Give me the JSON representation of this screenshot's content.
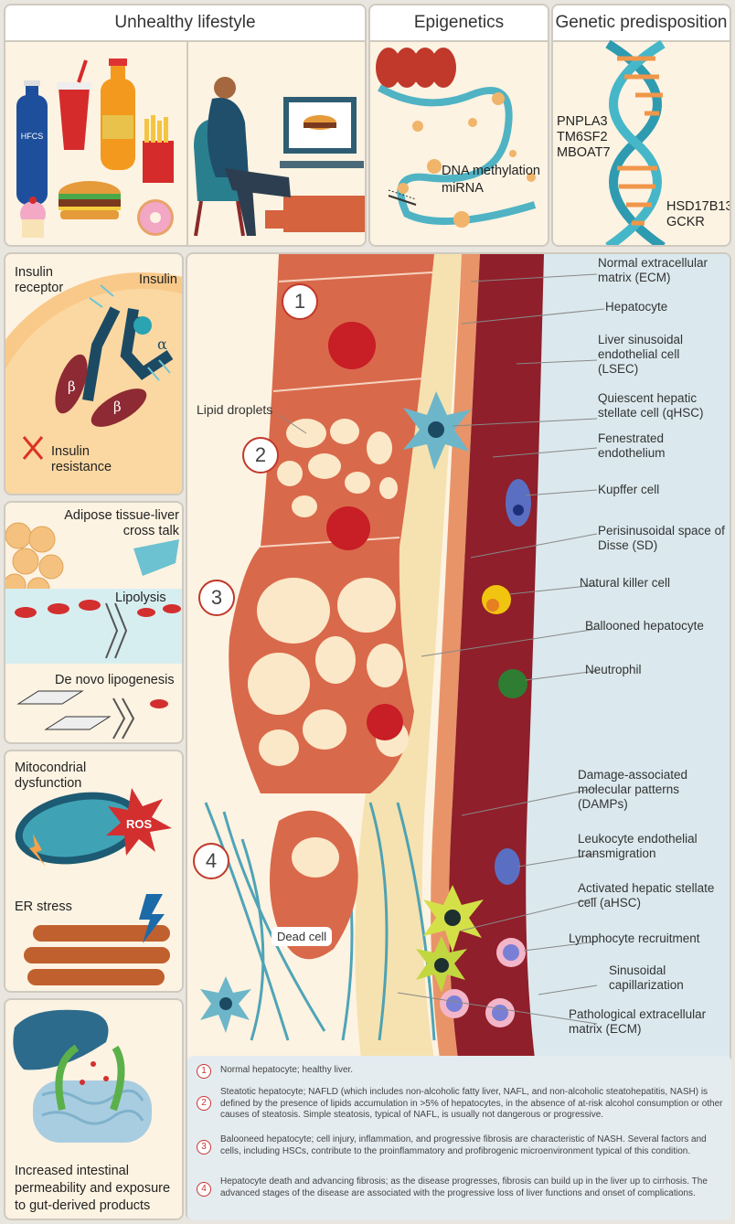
{
  "headers": {
    "unhealthy_lifestyle": "Unhealthy lifestyle",
    "epigenetics": "Epigenetics",
    "genetic_predisposition": "Genetic predisposition"
  },
  "epigenetics": {
    "dna_methylation": "DNA methylation",
    "mirna": "miRNA"
  },
  "lifestyle": {
    "hfcs": "HFCS"
  },
  "genes": {
    "gene1": "PNPLA3",
    "gene2": "TM6SF2",
    "gene3": "MBOAT7",
    "gene4": "HSD17B13",
    "gene5": "GCKR"
  },
  "insulin_panel": {
    "receptor": "Insulin receptor",
    "insulin": "Insulin",
    "alpha": "α",
    "beta": "β",
    "resistance": "Insulin resistance"
  },
  "adipose_panel": {
    "cross_talk": "Adipose tissue-liver cross talk",
    "lipolysis": "Lipolysis",
    "lipogenesis": "De novo lipogenesis"
  },
  "mito_panel": {
    "mito": "Mitocondrial dysfunction",
    "ros": "ROS",
    "er": "ER stress"
  },
  "gut_panel": {
    "text": "Increased intestinal permeability and exposure to gut-derived products"
  },
  "main": {
    "lipid_droplets": "Lipid droplets",
    "dead_cell": "Dead cell",
    "stages": [
      "1",
      "2",
      "3",
      "4"
    ]
  },
  "captions": {
    "ecm_normal": "Normal extracellular matrix (ECM)",
    "hepatocyte": "Hepatocyte",
    "lsec": "Liver sinusoidal endothelial cell (LSEC)",
    "qhsc": "Quiescent hepatic stellate cell (qHSC)",
    "fenestrated": "Fenestrated endothelium",
    "kupffer": "Kupffer cell",
    "disse": "Perisinusoidal space of Disse (SD)",
    "nk": "Natural killer cell",
    "ballooned": "Ballooned hepatocyte",
    "neutrophil": "Neutrophil",
    "damps": "Damage-associated molecular patterns (DAMPs)",
    "leukocyte": "Leukocyte endothelial transmigration",
    "ahsc": "Activated hepatic stellate cell (aHSC)",
    "lymphocyte": "Lymphocyte recruitment",
    "capillarization": "Sinusoidal capillarization",
    "ecm_path": "Pathological extracellular matrix (ECM)"
  },
  "legend": [
    {
      "num": "1",
      "text": "Normal hepatocyte; healthy liver."
    },
    {
      "num": "2",
      "text": "Steatotic hepatocyte; NAFLD (which includes non-alcoholic fatty liver, NAFL, and non-alcoholic steatohepatitis, NASH) is defined by the presence of lipids accumulation in >5% of hepatocytes, in the absence of at-risk alcohol consumption or other causes of steatosis. Simple steatosis, typical of NAFL, is usually not dangerous or progressive."
    },
    {
      "num": "3",
      "text": "Balooneed hepatocyte; cell injury, inflammation, and progressive fibrosis are characteristic of NASH. Several factors and cells, including HSCs, contribute to the proinflammatory and profibrogenic microenvironment typical of this condition."
    },
    {
      "num": "4",
      "text": "Hepatocyte death and advancing fibrosis; as the disease progresses, fibrosis can build up in the liver up to cirrhosis. The advanced stages of the disease are associated with the progressive loss of liver functions and onset of complications."
    }
  ],
  "colors": {
    "hepatocyte": "#d9694b",
    "nucleus": "#c81e26",
    "lipid": "#fbe8c8",
    "vessel": "#8f1f2a",
    "disse": "#f6e2b0",
    "accent_red": "#c0392b",
    "teal": "#2e8fa3"
  }
}
